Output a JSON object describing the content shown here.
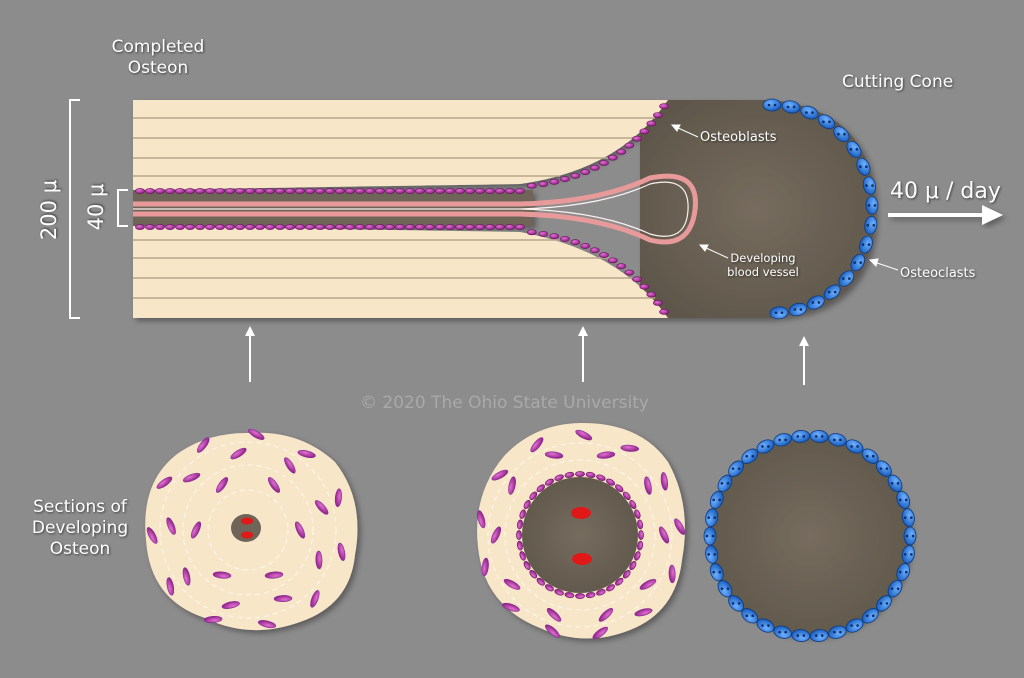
{
  "labels": {
    "completed_osteon": [
      "Completed",
      "Osteon"
    ],
    "cutting_cone": "Cutting Cone",
    "osteoblasts": "Osteoblasts",
    "developing_blood_vessel": [
      "Developing",
      "blood vessel"
    ],
    "osteoclasts": "Osteoclasts",
    "rate": "40 μ / day",
    "outer_dim": "200 μ",
    "inner_dim": "40 μ",
    "sections": [
      "Sections of",
      "Developing",
      "Osteon"
    ],
    "watermark": "© 2020 The Ohio State University"
  },
  "colors": {
    "background": "#8c8c8c",
    "bone_lamella": "#f8e6c8",
    "lamella_line": "#b8a68c",
    "cavity": "#6e6558",
    "osteoblast": "#b0269a",
    "osteoclast": "#2a78d8",
    "blood_vessel": "#e89a9a",
    "nucleus": "#e01818"
  }
}
